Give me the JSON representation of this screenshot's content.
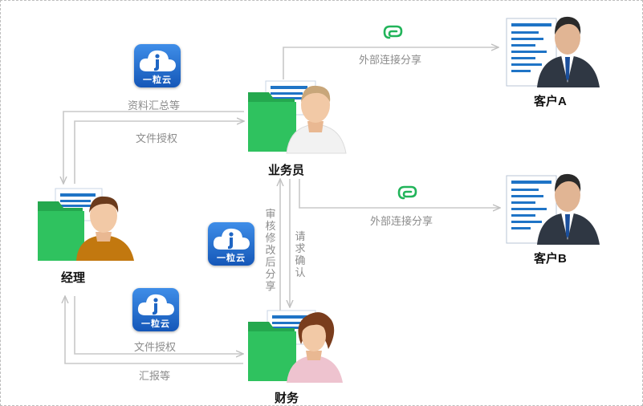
{
  "nodes": {
    "manager": "经理",
    "salesperson": "业务员",
    "finance": "财务",
    "client_a": "客户A",
    "client_b": "客户B"
  },
  "edges": {
    "summary": "资料汇总等",
    "auth_top": "文件授权",
    "share_a": "外部连接分享",
    "share_b": "外部连接分享",
    "review_share": "审核修改后分享",
    "request_confirm": "请求确认",
    "auth_bottom": "文件授权",
    "report": "汇报等"
  },
  "brand": {
    "name": "一粒云",
    "color": "#2a73d4",
    "icon": "cloud-i-logo"
  },
  "colors": {
    "line": "#c8c8c8",
    "label": "#8c8c8c",
    "folder": "#2cba5a",
    "link_icon": "#22b45a"
  }
}
